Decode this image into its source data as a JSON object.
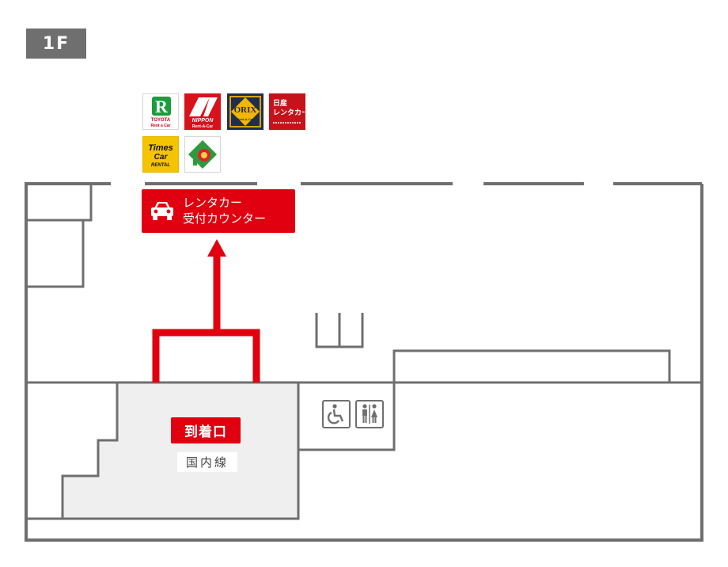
{
  "floor": {
    "label": "1F"
  },
  "logos": {
    "toyota": {
      "line1": "TOYOTA",
      "line2": "Rent a Car"
    },
    "nippon": {
      "line1": "NIPPON",
      "line2": "Rent-A-Car"
    },
    "orix": {
      "line1": "ORIX",
      "line2": "Rent-A-Car"
    },
    "nissan": {
      "line1": "日産",
      "line2": "レンタカー"
    },
    "times": {
      "line1": "Times",
      "line2": "Car",
      "line3": "RENTAL"
    },
    "green": {}
  },
  "counter_sign": {
    "line1": "レンタカー",
    "line2": "受付カウンター"
  },
  "arrival_sign": {
    "label": "到着口"
  },
  "domestic_label": {
    "label": "国内線"
  },
  "colors": {
    "accent": "#e0000f",
    "wall": "#6f6f6f",
    "area_fill": "#efefef"
  },
  "icons": [
    "car-icon",
    "wheelchair-icon",
    "restroom-icon",
    "route-arrow"
  ]
}
